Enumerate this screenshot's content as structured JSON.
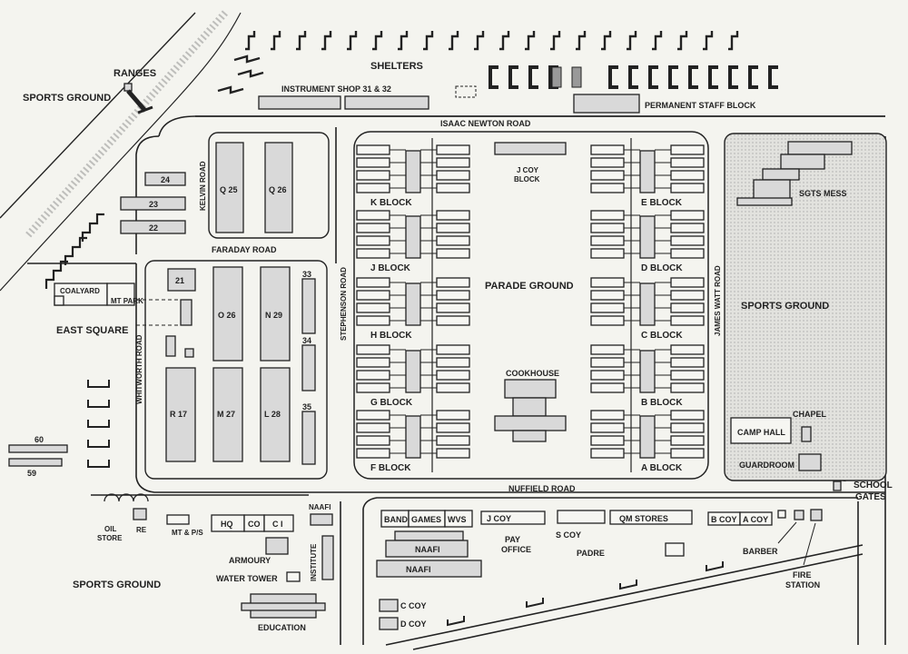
{
  "roads": {
    "isaac_newton": "ISAAC NEWTON ROAD",
    "kelvin": "KELVIN ROAD",
    "faraday": "FARADAY ROAD",
    "stephenson": "STEPHENSON ROAD",
    "whitworth": "WHITWORTH ROAD",
    "james_watt": "JAMES WATT ROAD",
    "nuffield": "NUFFIELD ROAD"
  },
  "areas": {
    "shelters": "SHELTERS",
    "ranges": "RANGES",
    "sports_ground_nw": "SPORTS GROUND",
    "sports_ground_e": "SPORTS GROUND",
    "sports_ground_sw": "SPORTS GROUND",
    "parade_ground": "PARADE GROUND",
    "east_square": "EAST SQUARE",
    "school_gates": "SCHOOL GATES"
  },
  "buildings": {
    "instrument_shop": "INSTRUMENT SHOP 31 & 32",
    "permanent_staff": "PERMANENT STAFF BLOCK",
    "j_coy_block": "J COY BLOCK",
    "cookhouse": "COOKHOUSE",
    "sgts_mess": "SGTS MESS",
    "camp_hall": "CAMP HALL",
    "chapel": "CHAPEL",
    "guardroom": "GUARDROOM",
    "coalyard": "COALYARD",
    "mt_park": "MT PARK",
    "q25": "Q 25",
    "q26": "Q 26",
    "b24": "24",
    "b23": "23",
    "b22": "22",
    "b21": "21",
    "o26": "O 26",
    "n29": "N 29",
    "r17": "R 17",
    "m27": "M 27",
    "l28": "L 28",
    "b33": "33",
    "b34": "34",
    "b35": "35",
    "b60": "60",
    "b59": "59",
    "oil_store": "OIL STORE",
    "re": "RE",
    "mt_ps": "MT & P/S",
    "hq": "HQ",
    "co": "CO",
    "ci": "C I",
    "naafi_small": "NAAFI",
    "armoury": "ARMOURY",
    "institute": "INSTITUTE",
    "water_tower": "WATER TOWER",
    "education": "EDUCATION",
    "band": "BAND",
    "games": "GAMES",
    "wvs": "WVS",
    "naafi_mid": "NAAFI",
    "naafi_big": "NAAFI",
    "j_coy": "J COY",
    "pay_office": "PAY OFFICE",
    "s_coy": "S COY",
    "padre": "PADRE",
    "qm_stores": "QM STORES",
    "b_coy": "B COY",
    "a_coy": "A COY",
    "barber": "BARBER",
    "fire_station": "FIRE STATION",
    "c_coy": "C COY",
    "d_coy": "D COY"
  },
  "blocks_left": [
    "K BLOCK",
    "J BLOCK",
    "H BLOCK",
    "G BLOCK",
    "F BLOCK"
  ],
  "blocks_right": [
    "E BLOCK",
    "D BLOCK",
    "C BLOCK",
    "B BLOCK",
    "A BLOCK"
  ],
  "colors": {
    "ink": "#222222",
    "fill": "#d9d9d9",
    "paper": "#f4f4ef"
  }
}
